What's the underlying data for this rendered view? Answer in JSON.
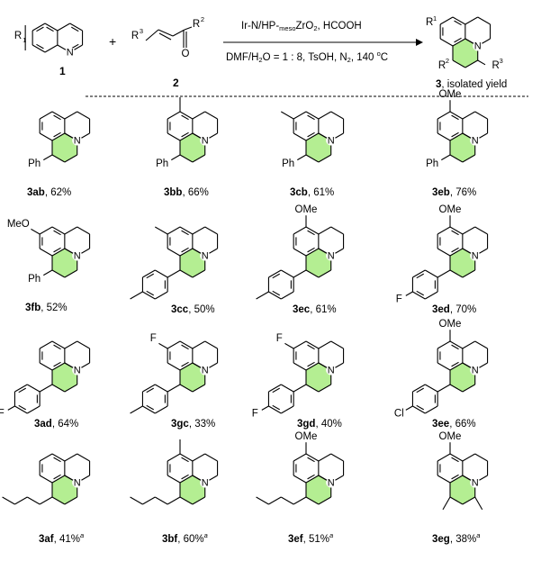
{
  "reaction": {
    "reagent1": {
      "number": "1",
      "substituent_label": "R1"
    },
    "reagent2": {
      "number": "2",
      "substituent_labels": [
        "R3",
        "R2"
      ],
      "carbonyl_label": "O"
    },
    "plus": "+",
    "conditions_line1": {
      "pre": "Ir-N/HP-",
      "sub": "meso",
      "post": "ZrO",
      "sub2": "2",
      "tail": ", HCOOH"
    },
    "conditions_line2": {
      "pre": "DMF/H",
      "sub": "2",
      "post": "O = 1 : 8, TsOH, N",
      "sub2": "2",
      "tail": ", 140 ",
      "deg": "o",
      "unit": "C"
    },
    "product": {
      "number": "3",
      "caption": ", isolated yield",
      "substituent_labels": [
        "R1",
        "R2",
        "R3"
      ],
      "n_label": "N"
    }
  },
  "atom_labels": {
    "nitrogen": "N",
    "phenyl": "Ph",
    "methoxy": "OMe",
    "methoxy_left": "MeO",
    "fluoro": "F",
    "chloro": "Cl"
  },
  "compounds": [
    {
      "id": "3ab",
      "yield": ", 62%",
      "note": ""
    },
    {
      "id": "3bb",
      "yield": ", 66%",
      "note": ""
    },
    {
      "id": "3cb",
      "yield": ", 61%",
      "note": ""
    },
    {
      "id": "3eb",
      "yield": ", 76%",
      "note": ""
    },
    {
      "id": "3fb",
      "yield": ", 52%",
      "note": ""
    },
    {
      "id": "3cc",
      "yield": ", 50%",
      "note": ""
    },
    {
      "id": "3ec",
      "yield": ", 61%",
      "note": ""
    },
    {
      "id": "3ed",
      "yield": ", 70%",
      "note": ""
    },
    {
      "id": "3ad",
      "yield": ", 64%",
      "note": ""
    },
    {
      "id": "3gc",
      "yield": ", 33%",
      "note": ""
    },
    {
      "id": "3gd",
      "yield": ", 40%",
      "note": ""
    },
    {
      "id": "3ee",
      "yield": ", 66%",
      "note": ""
    },
    {
      "id": "3af",
      "yield": ", 41%",
      "note": "a"
    },
    {
      "id": "3bf",
      "yield": ", 60%",
      "note": "a"
    },
    {
      "id": "3ef",
      "yield": ", 51%",
      "note": "a"
    },
    {
      "id": "3eg",
      "yield": ", 38%",
      "note": "a"
    }
  ],
  "colors": {
    "ring_fill": "#b4ee92",
    "ink": "#000000"
  }
}
